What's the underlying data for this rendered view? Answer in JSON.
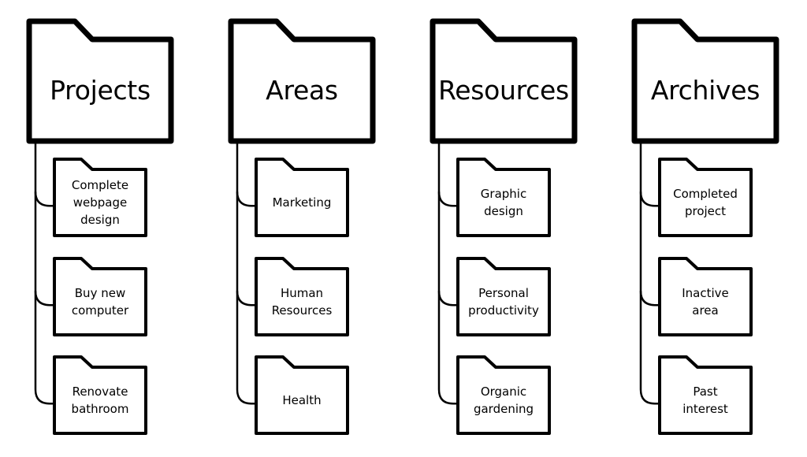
{
  "diagram": {
    "columns": [
      {
        "title": "Projects",
        "items": [
          "Complete\nwebpage\ndesign",
          "Buy new\ncomputer",
          "Renovate\nbathroom"
        ]
      },
      {
        "title": "Areas",
        "items": [
          "Marketing",
          "Human\nResources",
          "Health"
        ]
      },
      {
        "title": "Resources",
        "items": [
          "Graphic\ndesign",
          "Personal\nproductivity",
          "Organic\ngardening"
        ]
      },
      {
        "title": "Archives",
        "items": [
          "Completed\nproject",
          "Inactive\narea",
          "Past\ninterest"
        ]
      }
    ]
  },
  "style": {
    "stroke_color": "#000000",
    "fill_color": "#ffffff",
    "background_color": "#ffffff"
  }
}
